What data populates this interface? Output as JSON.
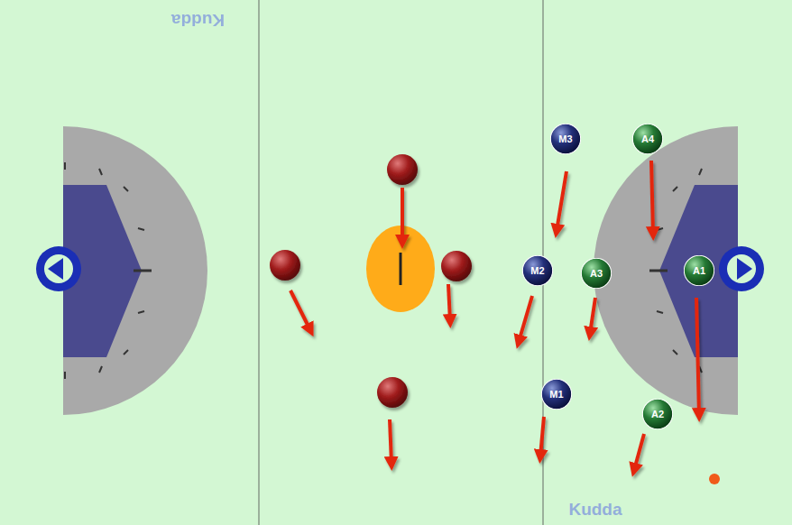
{
  "diagram": {
    "nodes": [
      {
        "text": [
          "M3"
        ]
      },
      {
        "text": [
          "A4"
        ]
      },
      {
        "text": [
          "M2"
        ]
      },
      {
        "text": [
          "A3"
        ]
      },
      {
        "text": [
          "A1"
        ]
      },
      {
        "text": [
          "M1"
        ]
      },
      {
        "text": [
          "A2"
        ]
      }
    ],
    "labels": [
      "Kudda",
      "Kudda"
    ]
  }
}
